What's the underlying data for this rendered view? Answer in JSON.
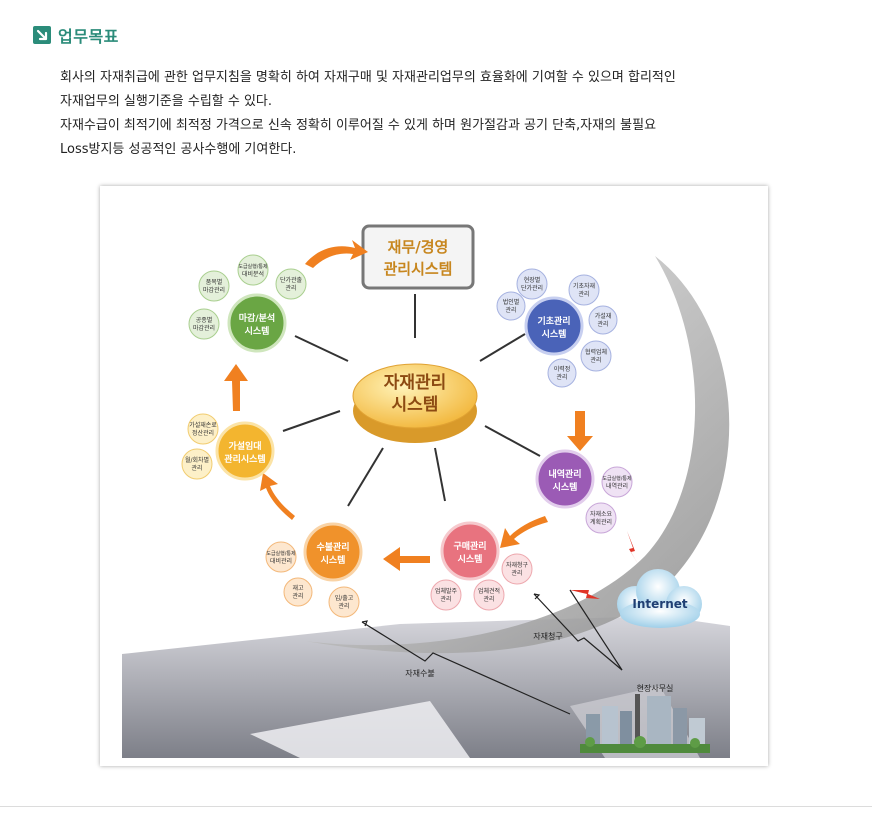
{
  "section": {
    "title": "업무목표",
    "icon": "checkmark-arrow-icon",
    "accent": "#2b8c7a"
  },
  "intro": [
    "회사의 자재취급에 관한 업무지침을 명확히 하여 자재구매 및 자재관리업무의 효율화에 기여할 수 있으며 합리적인",
    "자재업무의 실행기준을 수립할 수 있다.",
    "자재수급이 최적기에 최적정 가격으로 신속 정확히 이루어질 수 있게 하며 원가절감과 공기 단축,자재의 불필요",
    "Loss방지등 성공적인 공사수행에 기여한다."
  ],
  "diagram": {
    "center": {
      "line1": "자재관리",
      "line2": "시스템"
    },
    "top_box": {
      "line1": "재무/경영",
      "line2": "관리시스템"
    },
    "systems": [
      {
        "id": "basic",
        "line1": "기초관리",
        "line2": "시스템",
        "color": "#4a63b8",
        "subs": [
          [
            "현장별",
            "단가관리"
          ],
          [
            "기초자재",
            "관리"
          ],
          [
            "법인별",
            "관리"
          ],
          [
            "가설재",
            "관리"
          ],
          [
            "협력업체",
            "관리"
          ],
          [
            "이력정",
            "관리"
          ]
        ]
      },
      {
        "id": "plan",
        "line1": "내역관리",
        "line2": "시스템",
        "color": "#9b5bb5",
        "subs": [
          [
            "도급실행/통제",
            "내역관리"
          ],
          [
            "자재소요",
            "계획관리"
          ]
        ]
      },
      {
        "id": "purchase",
        "line1": "구매관리",
        "line2": "시스템",
        "color": "#e8737f",
        "subs": [
          [
            "자재청구",
            "관리"
          ],
          [
            "업체발주",
            "관리"
          ],
          [
            "업체견적",
            "관리"
          ]
        ]
      },
      {
        "id": "supply",
        "line1": "수불관리",
        "line2": "시스템",
        "color": "#f0922b",
        "subs": [
          [
            "도급실행/통제",
            "대비관리"
          ],
          [
            "재고",
            "관리"
          ],
          [
            "입/출고",
            "관리"
          ]
        ]
      },
      {
        "id": "temp",
        "line1": "가설임대",
        "line2": "관리시스템",
        "color": "#f3b52f",
        "subs": [
          [
            "가설재손료",
            "정산관리"
          ],
          [
            "월/회차별",
            "관리"
          ]
        ]
      },
      {
        "id": "close",
        "line1": "마감/분석",
        "line2": "시스템",
        "color": "#6aa644",
        "subs": [
          [
            "도급실행/통제",
            "대비분석"
          ],
          [
            "단가관출",
            "관리"
          ],
          [
            "품목별",
            "마감관리"
          ],
          [
            "공종별",
            "마감관리"
          ]
        ]
      }
    ],
    "internet_label": "Internet",
    "labels": {
      "request": "자재청구",
      "supply": "자재수불",
      "site": "현장사무실"
    }
  }
}
